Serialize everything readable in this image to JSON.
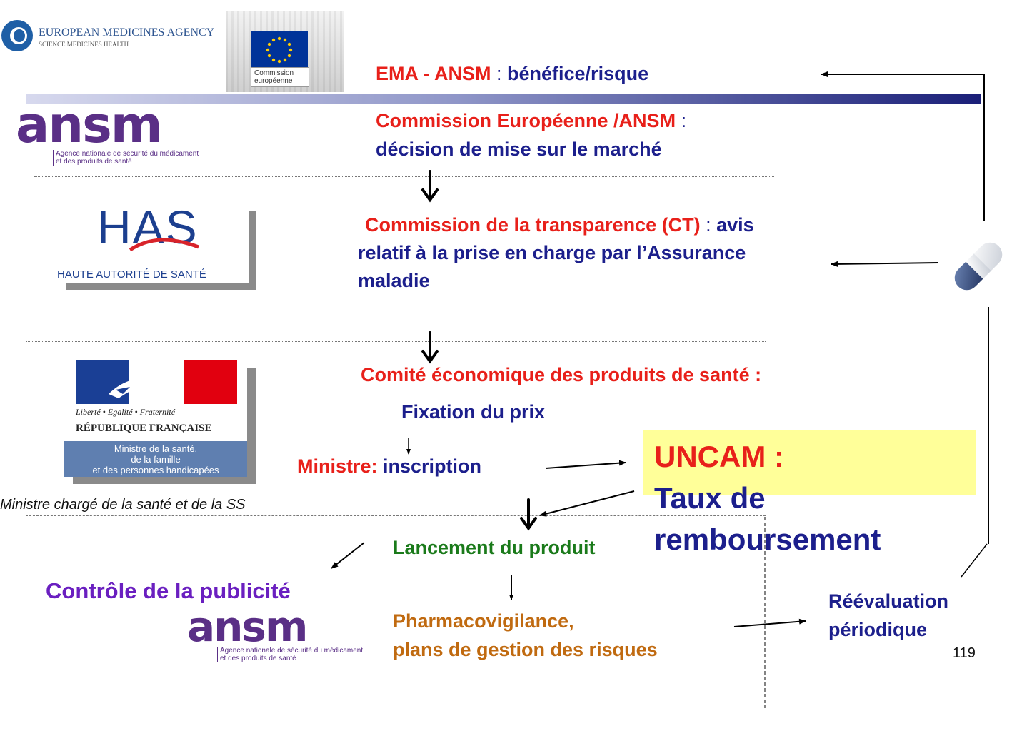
{
  "logos": {
    "ema": {
      "name": "EUROPEAN MEDICINES AGENCY",
      "tagline": "SCIENCE  MEDICINES  HEALTH"
    },
    "commission": {
      "line1": "Commission",
      "line2": "européenne"
    },
    "ansm": {
      "word": "ansm",
      "sub1": "Agence nationale de sécurité du médicament",
      "sub2": "et des produits de santé"
    },
    "has": {
      "word": "HAS",
      "sub": "HAUTE AUTORITÉ DE SANTÉ"
    },
    "republique": {
      "motto": "Liberté • Égalité • Fraternité",
      "name": "RÉPUBLIQUE FRANÇAISE",
      "ministry1": "Ministre de la santé,",
      "ministry2": "de la famille",
      "ministry3": "et des personnes handicapées"
    }
  },
  "steps": {
    "ema": {
      "org": "EMA - ANSM",
      "sep": " : ",
      "desc": "bénéfice/risque"
    },
    "commission": {
      "org": "Commission Européenne /ANSM",
      "sep": " :",
      "desc": "décision de mise sur le marché"
    },
    "ct": {
      "org": "Commission de la transparence (CT)",
      "sep": " : ",
      "desc1": "avis",
      "desc2": "relatif à la prise en charge par l’Assurance",
      "desc3": "maladie"
    },
    "ceps": {
      "title": "Comité économique des produits de santé :",
      "sub": "Fixation du prix"
    },
    "ministre": {
      "org": "Ministre:",
      "desc": " inscription"
    },
    "ministre_caption": "Ministre chargé de la santé et de la SS",
    "uncam": {
      "title": "UNCAM :",
      "line2": "Taux de",
      "line3": "remboursement"
    },
    "lancement": "Lancement du produit",
    "controle": "Contrôle de la publicité",
    "pharmaco": {
      "line1": "Pharmacovigilance,",
      "line2": "plans de gestion des risques"
    },
    "reeval": {
      "line1": "Réévaluation",
      "line2": "périodique"
    }
  },
  "page_number": "119",
  "colors": {
    "red": "#e8201a",
    "navy": "#1c1f8c",
    "green": "#1a7a1a",
    "orange": "#c06a10",
    "purple": "#6a1fc0",
    "uncam_bg": "#ffff99",
    "ansm": "#5a2f86"
  }
}
